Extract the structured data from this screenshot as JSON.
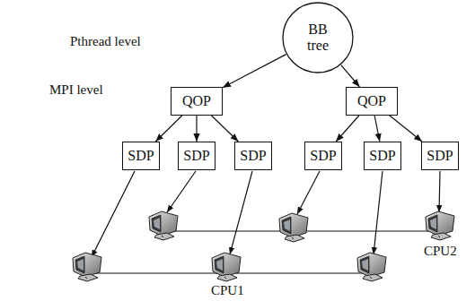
{
  "diagram": {
    "nodes": [
      {
        "text": [
          "BB tree"
        ]
      },
      {
        "text": [
          "QOP"
        ]
      },
      {
        "text": [
          "QOP"
        ]
      },
      {
        "text": [
          "SDP"
        ]
      },
      {
        "text": [
          "SDP"
        ]
      },
      {
        "text": [
          "SDP"
        ]
      },
      {
        "text": [
          "SDP"
        ]
      },
      {
        "text": [
          "SDP"
        ]
      },
      {
        "text": [
          "SDP"
        ]
      }
    ],
    "edges": [
      {
        "from": 0,
        "to": 1,
        "arrow": "to"
      },
      {
        "from": 0,
        "to": 2,
        "arrow": "to"
      },
      {
        "from": 1,
        "to": 3,
        "arrow": "to"
      },
      {
        "from": 1,
        "to": 4,
        "arrow": "to"
      },
      {
        "from": 1,
        "to": 5,
        "arrow": "to"
      },
      {
        "from": 2,
        "to": 6,
        "arrow": "to"
      },
      {
        "from": 2,
        "to": 7,
        "arrow": "to"
      },
      {
        "from": 2,
        "to": 8,
        "arrow": "to"
      }
    ],
    "labels": [
      "Pthread level",
      "MPI level",
      "CPU1",
      "CPU2"
    ]
  }
}
